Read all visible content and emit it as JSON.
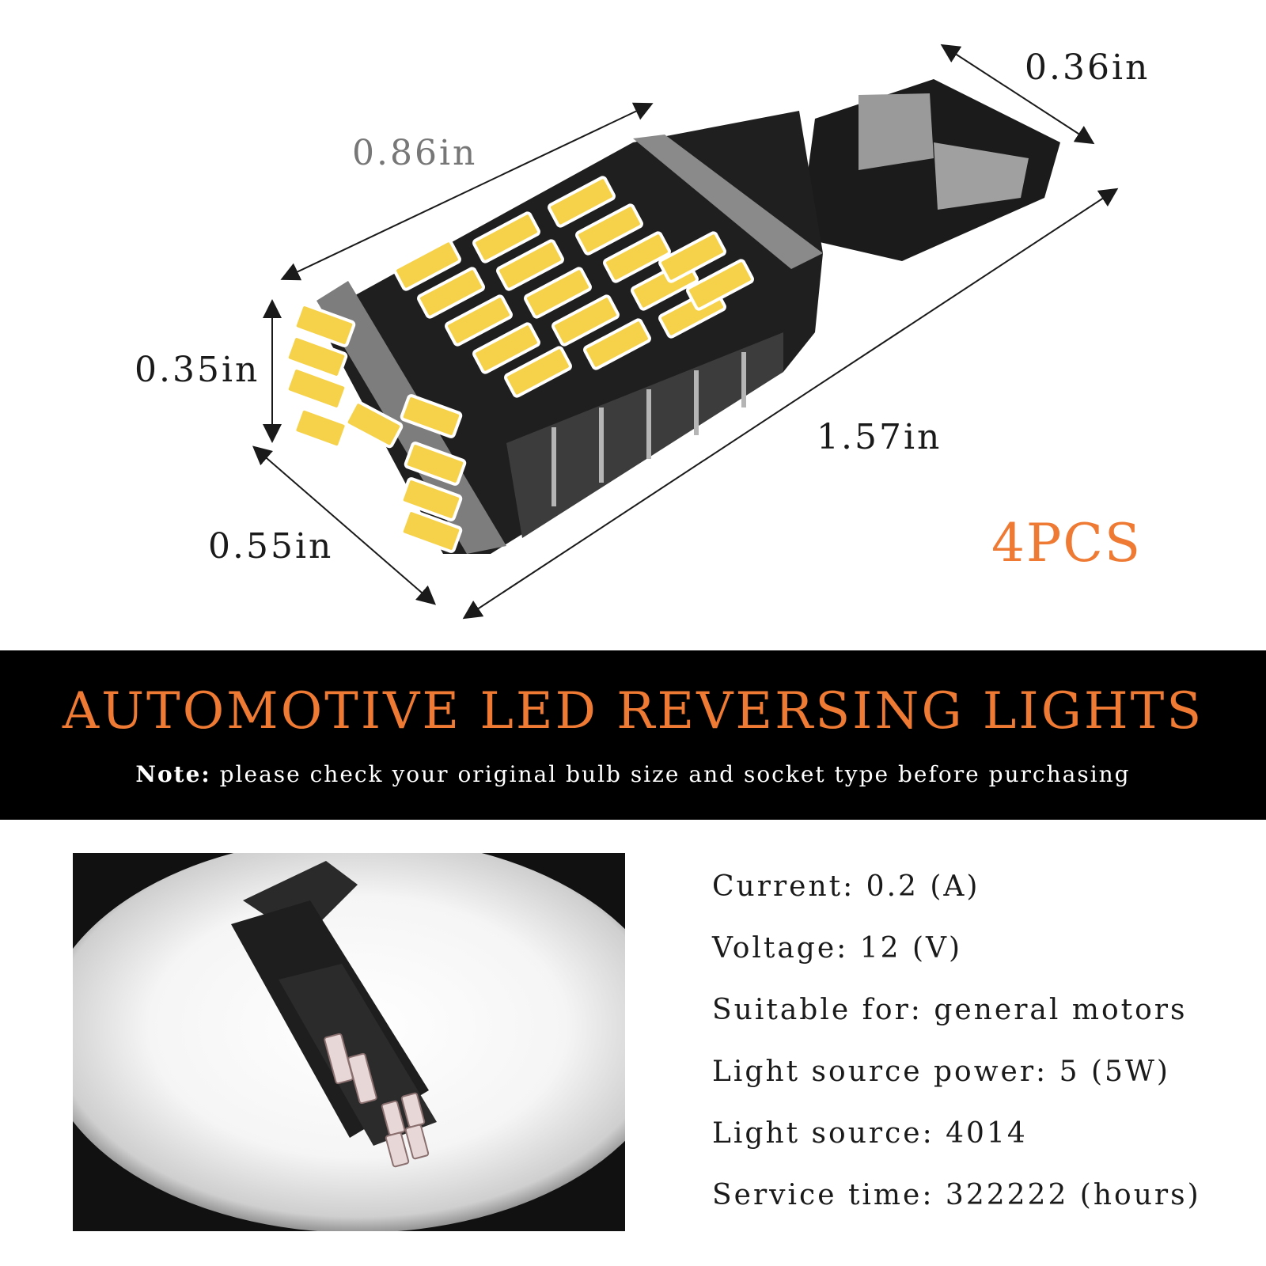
{
  "dimensions": {
    "top_length": "0.86in",
    "base_width": "0.36in",
    "head_height": "0.35in",
    "total_length": "1.57in",
    "head_width": "0.55in"
  },
  "quantity": "4PCS",
  "banner": {
    "title": "AUTOMOTIVE LED REVERSING LIGHTS",
    "note_label": "Note:",
    "note_text": "please check your original bulb size and socket type before purchasing"
  },
  "specs": [
    "Current: 0.2 (A)",
    "Voltage: 12 (V)",
    "Suitable for: general motors",
    "Light source power: 5 (5W)",
    "Light source: 4014",
    "Service time: 322222 (hours)"
  ],
  "colors": {
    "accent_orange": "#ee7a33",
    "banner_bg": "#000000",
    "led_yellow": "#f6d24a"
  }
}
